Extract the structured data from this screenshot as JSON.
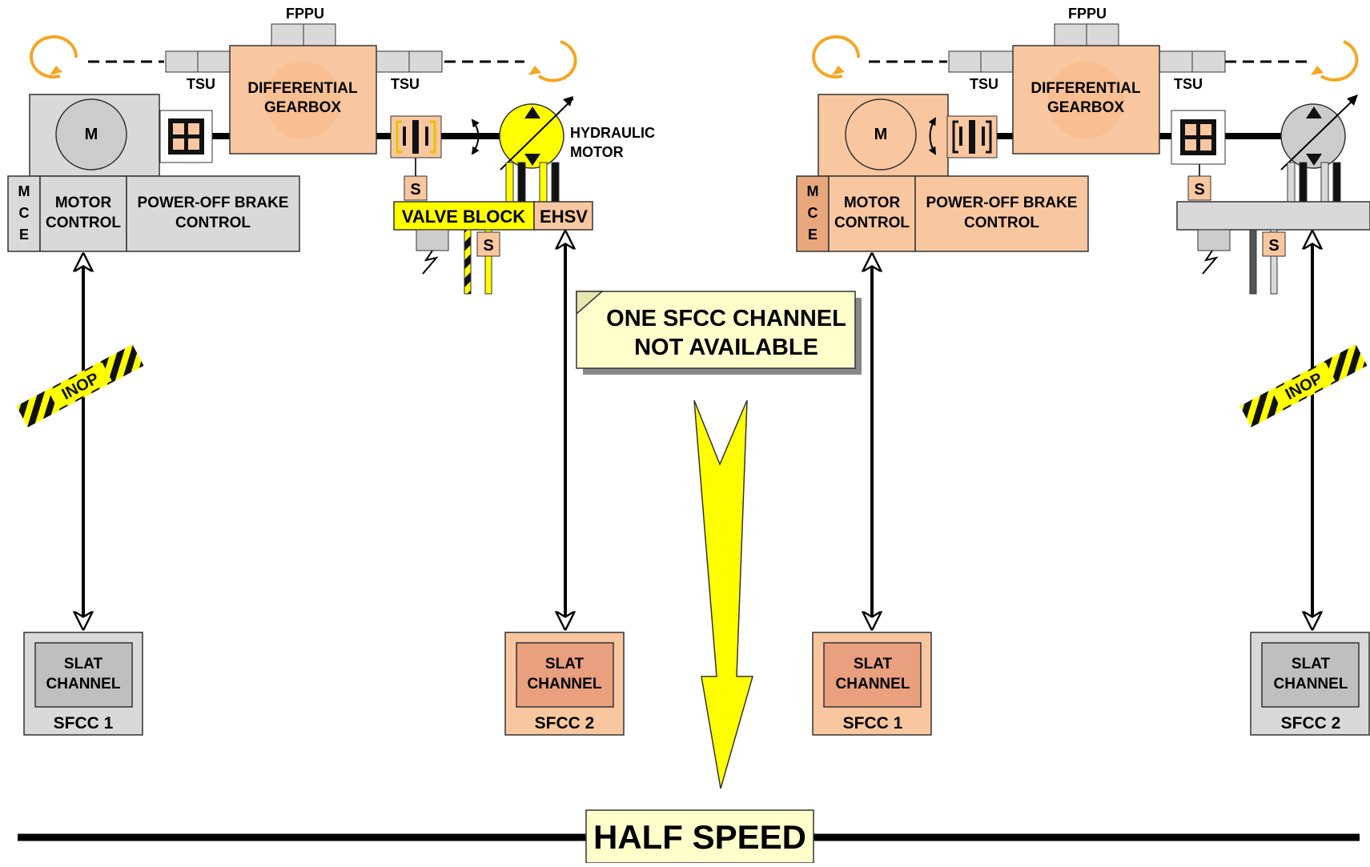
{
  "labels": {
    "fppu": "FPPU",
    "tsu": "TSU",
    "differential_gearbox_line1": "DIFFERENTIAL",
    "differential_gearbox_line2": "GEARBOX",
    "motor": "M",
    "mce_m": "M",
    "mce_c": "C",
    "mce_e": "E",
    "motor_control_line1": "MOTOR",
    "motor_control_line2": "CONTROL",
    "brake_control_line1": "POWER-OFF BRAKE",
    "brake_control_line2": "CONTROL",
    "hydraulic_motor_line1": "HYDRAULIC",
    "hydraulic_motor_line2": "MOTOR",
    "valve_block": "VALVE BLOCK",
    "ehsv": "EHSV",
    "solenoid": "S",
    "slat_channel_line1": "SLAT",
    "slat_channel_line2": "CHANNEL",
    "sfcc1": "SFCC 1",
    "sfcc2": "SFCC 2",
    "inop": "INOP",
    "note_line1": "ONE SFCC CHANNEL",
    "note_line2": "NOT AVAILABLE",
    "result": "HALF SPEED"
  },
  "colors": {
    "active_orange": "#f9c79f",
    "active_orange_dark": "#e8a77c",
    "slat_inner_active": "#e9a07f",
    "inactive_grey": "#d9d9d9",
    "inactive_grey_dark": "#bfbfbf",
    "hydraulic_yellow": "#ffff00",
    "note_fill": "#ffffcc",
    "arrow_orange": "#f5a623",
    "outline": "#333333"
  },
  "states": {
    "left_electric_path": "inop",
    "left_hydraulic_path": "active",
    "right_electric_path": "active",
    "right_hydraulic_path": "inop"
  }
}
